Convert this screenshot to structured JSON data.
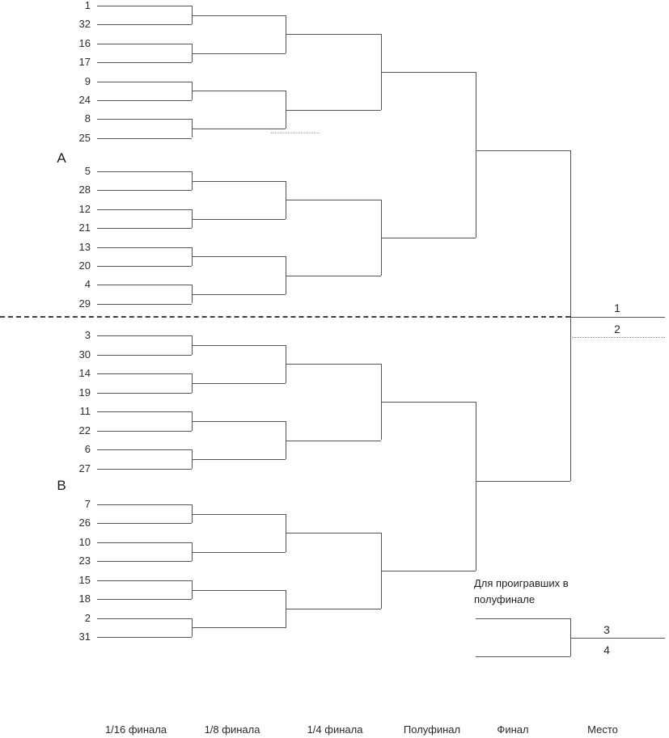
{
  "diagram": {
    "type": "single-elimination-tournament-bracket",
    "group_labels": {
      "a": "A",
      "b": "B"
    },
    "seeds_top": [
      "1",
      "32",
      "16",
      "17",
      "9",
      "24",
      "8",
      "25",
      "5",
      "28",
      "12",
      "21",
      "13",
      "20",
      "4",
      "29"
    ],
    "seeds_bottom": [
      "3",
      "30",
      "14",
      "19",
      "11",
      "22",
      "6",
      "27",
      "7",
      "26",
      "10",
      "23",
      "15",
      "18",
      "2",
      "31"
    ],
    "places": {
      "first": "1",
      "second": "2",
      "third": "3",
      "fourth": "4"
    },
    "consolation_note": "Для проигравших в полуфинале",
    "round_labels": [
      "1/16 финала",
      "1/8 финала",
      "1/4 финала",
      "Полуфинал",
      "Финал",
      "Место"
    ],
    "colors": {
      "line": "#555555",
      "divider_dashed": "#3d3d3d",
      "dotted_line": "#8a8a8a",
      "text": "#2a2a2a",
      "background": "#ffffff"
    }
  }
}
